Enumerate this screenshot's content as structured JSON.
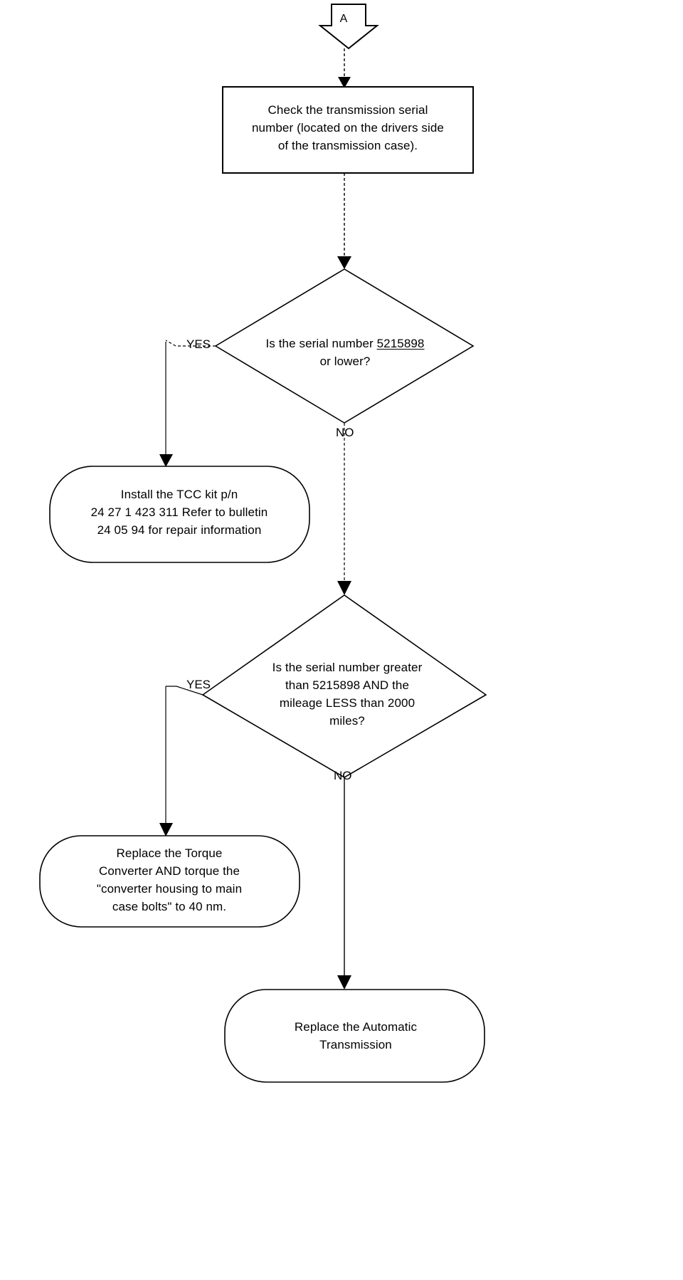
{
  "document": {
    "type": "flowchart",
    "title": "Transmission serial number diagnostic flowchart",
    "stroke_color": "#000000",
    "background_color": "#ffffff"
  },
  "connector": {
    "name": "off-page-connector-a",
    "label": "A",
    "shape": "down-arrow"
  },
  "nodes": {
    "check_serial": {
      "shape": "rectangle",
      "text": "Check the transmission serial\nnumber (located on the drivers side\nof the transmission case)."
    },
    "decision_serial_low": {
      "shape": "diamond",
      "text_before": "Is the serial number  ",
      "serial_number": "5215898",
      "text_after": "\nor lower?"
    },
    "install_tcc_kit": {
      "shape": "rounded-rectangle",
      "text": "Install the TCC kit p/n\n24 27 1 423 311 Refer to bulletin\n24 05 94 for repair information"
    },
    "decision_serial_mileage": {
      "shape": "diamond",
      "text": "Is the serial number greater\nthan 5215898  AND the\nmileage LESS than 2000\nmiles?"
    },
    "replace_torque_converter": {
      "shape": "rounded-rectangle",
      "text": "Replace the Torque\nConverter AND torque the\n\"converter housing to main\ncase bolts\" to 40 nm."
    },
    "replace_transmission": {
      "shape": "rounded-rectangle",
      "text": "Replace the Automatic\nTransmission"
    }
  },
  "edge_labels": {
    "yes_1": "YES",
    "no_1": "NO",
    "yes_2": "YES",
    "no_2": "NO"
  }
}
